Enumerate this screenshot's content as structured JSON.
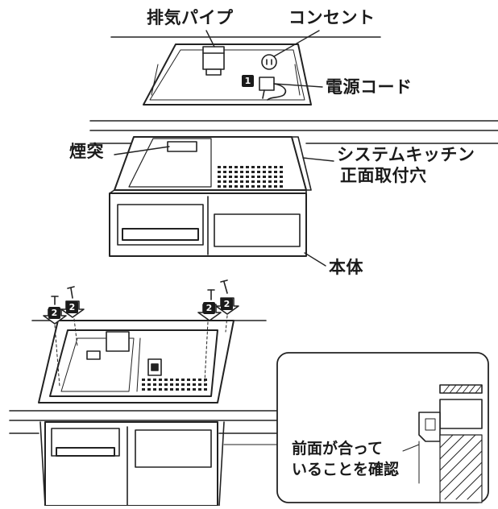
{
  "labels": {
    "exhaust_pipe": "排気パイプ",
    "outlet": "コンセント",
    "power_cord": "電源コード",
    "chimney": "煙突",
    "kitchen_front_line1": "システムキッチン",
    "kitchen_front_line2": "正面取付穴",
    "main_unit": "本体",
    "check_line1": "前面が合って",
    "check_line2": "いることを確認"
  },
  "steps": {
    "step1": "1",
    "step2": "2"
  }
}
